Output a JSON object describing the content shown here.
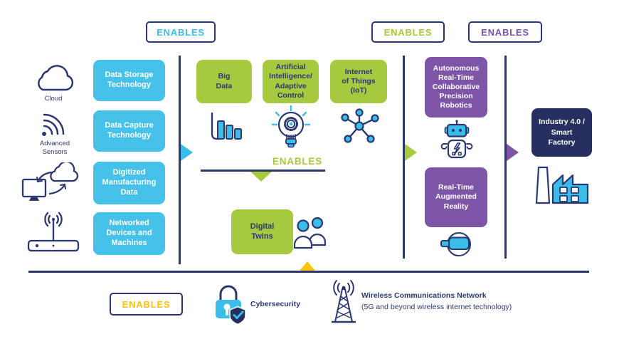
{
  "colors": {
    "navy": "#2b3770",
    "dark_navy": "#262f5f",
    "cyan": "#3bbde9",
    "blue_box": "#45c1ea",
    "green": "#a6c93f",
    "purple": "#7d55a7",
    "yellow": "#ffc20e"
  },
  "enables": {
    "blue": "ENABLES",
    "green": "ENABLES",
    "purple": "ENABLES",
    "middle": "ENABLES",
    "yellow": "ENABLES"
  },
  "left_column": {
    "icon_labels": {
      "cloud": "Cloud",
      "sensors": "Advanced\nSensors"
    },
    "icons": [
      "cloud-icon",
      "advanced-sensors-icon",
      "computer-cloud-sync-icon",
      "router-icon"
    ],
    "boxes": [
      "Data Storage\nTechnology",
      "Data Capture\nTechnology",
      "Digitized\nManufacturing\nData",
      "Networked\nDevices and\nMachines"
    ]
  },
  "middle_column": {
    "boxes": [
      "Big\nData",
      "Artificial\nIntelligence/\nAdaptive\nControl",
      "Internet\nof Things\n(IoT)"
    ],
    "icons": [
      "bar-chart-icon",
      "lightbulb-gear-icon",
      "network-hub-icon"
    ],
    "digital_twins": {
      "label": "Digital\nTwins",
      "icon": "people-icon"
    }
  },
  "right_column": {
    "boxes": [
      "Autonomous\nReal-Time\nCollaborative\nPrecision\nRobotics",
      "Real-Time\nAugmented\nReality"
    ],
    "icons": [
      "robot-icon",
      "vr-headset-icon"
    ]
  },
  "outcome": {
    "label": "Industry 4.0 /\nSmart\nFactory",
    "icon": "factory-icon"
  },
  "bottom_row": {
    "cybersecurity": {
      "label": "Cybersecurity",
      "icon": "lock-shield-icon"
    },
    "wireless": {
      "title": "Wireless Communications Network",
      "subtitle": "(5G and beyond wireless internet technology)",
      "icon": "antenna-tower-icon"
    }
  }
}
